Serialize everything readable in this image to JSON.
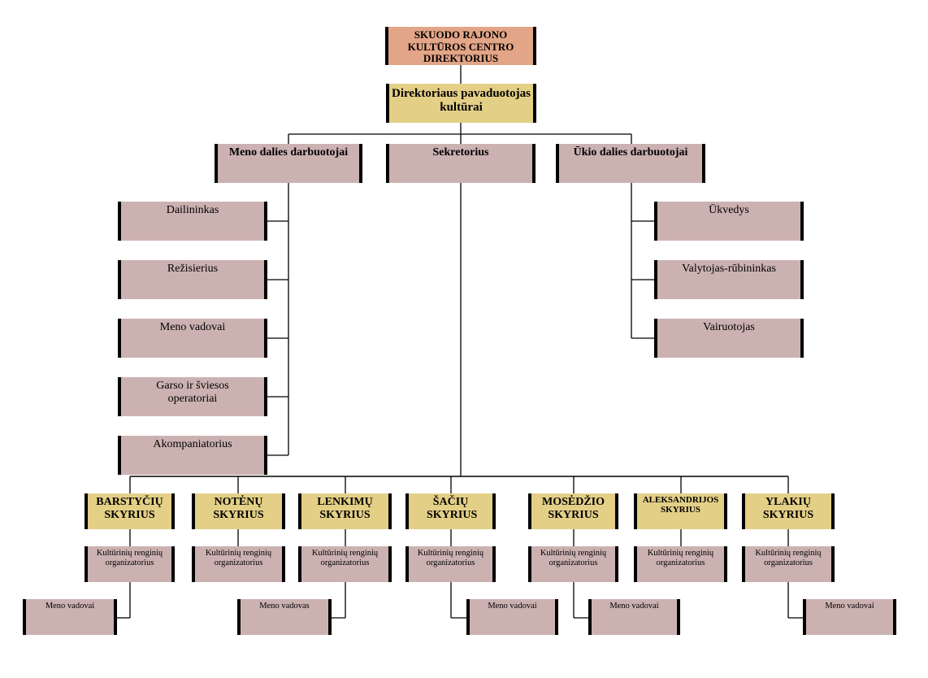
{
  "diagram": {
    "type": "org-chart",
    "colors": {
      "director": "#e3a587",
      "deputy_and_branches": "#e4cf87",
      "staff": "#ccb1b1",
      "border": "#000000",
      "connector": "#000000"
    },
    "director": {
      "label": "SKUODO RAJONO KULTŪROS CENTRO DIREKTORIUS"
    },
    "deputy": {
      "label": "Direktoriaus pavaduotojas kultūrai"
    },
    "level2": [
      {
        "id": "meno",
        "label": "Meno dalies darbuotojai"
      },
      {
        "id": "sekretorius",
        "label": "Sekretorius"
      },
      {
        "id": "ukio",
        "label": "Ūkio dalies darbuotojai"
      }
    ],
    "meno_staff": [
      {
        "label": "Dailininkas"
      },
      {
        "label": "Režisierius"
      },
      {
        "label": "Meno vadovai"
      },
      {
        "label": "Garso ir šviesos operatoriai"
      },
      {
        "label": "Akompaniatorius"
      }
    ],
    "ukio_staff": [
      {
        "label": "Ūkvedys"
      },
      {
        "label": "Valytojas-rūbininkas"
      },
      {
        "label": "Vairuotojas"
      }
    ],
    "branches": [
      {
        "label": "BARSTYČIŲ SKYRIUS",
        "organizer": "Kultūrinių renginių organizatorius",
        "arts_leader": "Meno vadovai"
      },
      {
        "label": "NOTĖNŲ SKYRIUS",
        "organizer": "Kultūrinių renginių organizatorius",
        "arts_leader": null
      },
      {
        "label": "LENKIMŲ SKYRIUS",
        "organizer": "Kultūrinių renginių organizatorius",
        "arts_leader": "Meno vadovas"
      },
      {
        "label": "ŠAČIŲ SKYRIUS",
        "organizer": "Kultūrinių renginių organizatorius",
        "arts_leader": "Meno vadovai"
      },
      {
        "label": "MOSĖDŽIO SKYRIUS",
        "organizer": "Kultūrinių renginių organizatorius",
        "arts_leader": "Meno vadovai"
      },
      {
        "label": "ALEKSANDRIJOS SKYRIUS",
        "organizer": "Kultūrinių renginių organizatorius",
        "arts_leader": null
      },
      {
        "label": "YLAKIŲ SKYRIUS",
        "organizer": "Kultūrinių renginių organizatorius",
        "arts_leader": "Meno vadovai"
      }
    ]
  }
}
